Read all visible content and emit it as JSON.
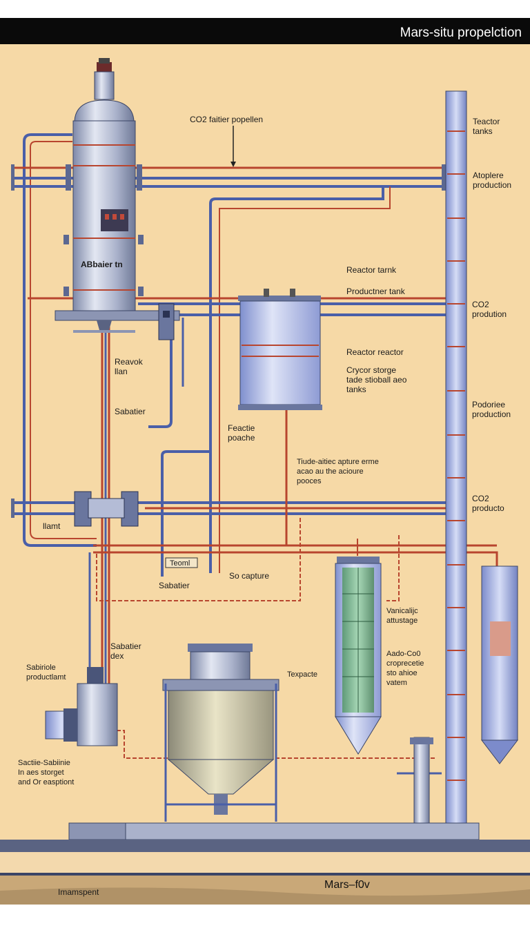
{
  "header": {
    "title": "Mars-situ propelction"
  },
  "labels": {
    "co2_feed": "CO2 faitier popellen",
    "teactor_tanks": "Teactor\ntanks",
    "atoplere": "Atoplere\nproduction",
    "reactor_tank": "Reactor tarnk",
    "productner_tank": "Productner tank",
    "co2_prod_1": "CO2\nprodution",
    "abbaier": "ABbaier tn",
    "reavok": "Reavok\nllan",
    "reactor_reactor": "Reactor reactor",
    "crycor": "Crycor storge\ntade stioball aeo\ntanks",
    "sabatier_1": "Sabatier",
    "podoriee": "Podoriee\nproduction",
    "feactie": "Feactie\npoache",
    "tiude": "Tiude-aitiec apture erme\nacao au the acioure\npooces",
    "co2_prod_2": "CO2\nproducto",
    "llamt": "llamt",
    "small_tag": "Teoml",
    "so_capture": "So capture",
    "sabatier_2": "Sabatier",
    "vanicalic": "Vanicalijc\nattustage",
    "sabatier_dex": "Sabatier\ndex",
    "aado": "Aado-Co0\ncroprecetie\nsto ahioe\nvatem",
    "sabiriole": "Sabiriole\nproductlamt",
    "texpacte": "Texpacte",
    "sactiie": "Sactiie-Sabiinie\nIn aes storget\nand Or easptiont",
    "imamspent": "Imamspent",
    "ground_label": "Mars–f0v"
  },
  "colors": {
    "background": "#f6d9a6",
    "header_bg": "#0a0a0a",
    "pipe_blue": "#4a5fa8",
    "pipe_red": "#b8452e",
    "vessel_steel": "#aeb6cf",
    "ground": "#b09267"
  }
}
